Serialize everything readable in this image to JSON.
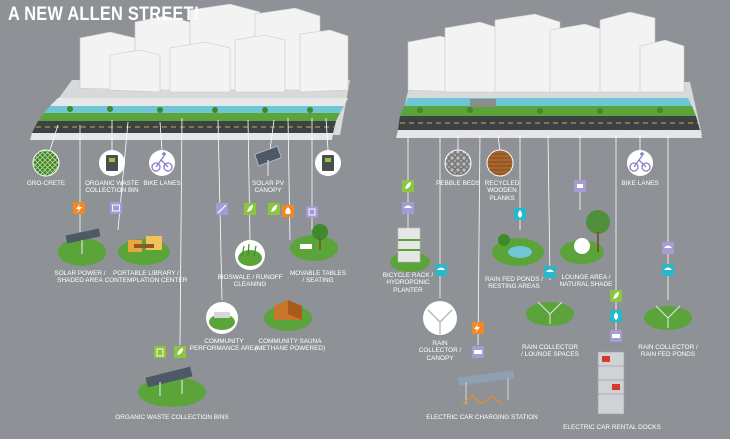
{
  "title": "A NEW ALLEN STREET!",
  "colors": {
    "background": "#8e9296",
    "building": "#f2f2f2",
    "grass": "#5aa43a",
    "water": "#6ec6d6",
    "road": "#3d4146",
    "icon_orange": "#f08a24",
    "icon_green": "#8cc63f",
    "icon_cyan": "#29b8c9",
    "icon_lavender": "#a79bd6",
    "icon_white": "#ffffff"
  },
  "left_panel": {
    "labels": {
      "grocrete": "GRO-CRETE",
      "organic_waste_bin": "ORGANIC WASTE\nCOLLECTION BIN",
      "bike_lanes": "BIKE LANES",
      "solar_canopy": "SOLAR PV\nCANOPY",
      "solar_power": "SOLAR POWER /\nSHADED AREA",
      "portable_library": "PORTABLE LIBRARY /\nCONTEMPLATION CENTER",
      "bioswale": "BIOSWALE / RUNOFF\nCLEANING",
      "movable_tables": "MOVABLE TABLES\n/ SEATING",
      "community_performance": "COMMUNITY\nPERFORMANCE AREA",
      "community_sauna": "COMMUNITY SAUNA\n(METHANE POWERED)",
      "organic_waste_bins": "ORGANIC WASTE COLLECTION BINS"
    }
  },
  "right_panel": {
    "labels": {
      "pebble_beds": "PEBBLE BEDS",
      "recycled_planks": "RECYCLED\nWOODEN\nPLANKS",
      "bike_lanes": "BIKE LANES",
      "bicycle_rack": "BICYCLE RACK /\nHYDROPONIC\nPLANTER",
      "rain_fed_ponds_resting": "RAIN FED PONDS /\nRESTING AREAS",
      "lounge_area": "LOUNGE AREA /\nNATURAL SHADE",
      "rain_collector_canopy": "RAIN\nCOLLECTOR /\nCANOPY",
      "rain_collector_lounge": "RAIN COLLECTOR\n/ LOUNGE SPACES",
      "rain_collector_ponds": "RAIN COLLECTOR /\nRAIN FED PONDS",
      "ev_charging": "ELECTRIC CAR CHARGING STATION",
      "ev_rental": "ELECTRIC CAR RENTAL DOCKS"
    }
  }
}
